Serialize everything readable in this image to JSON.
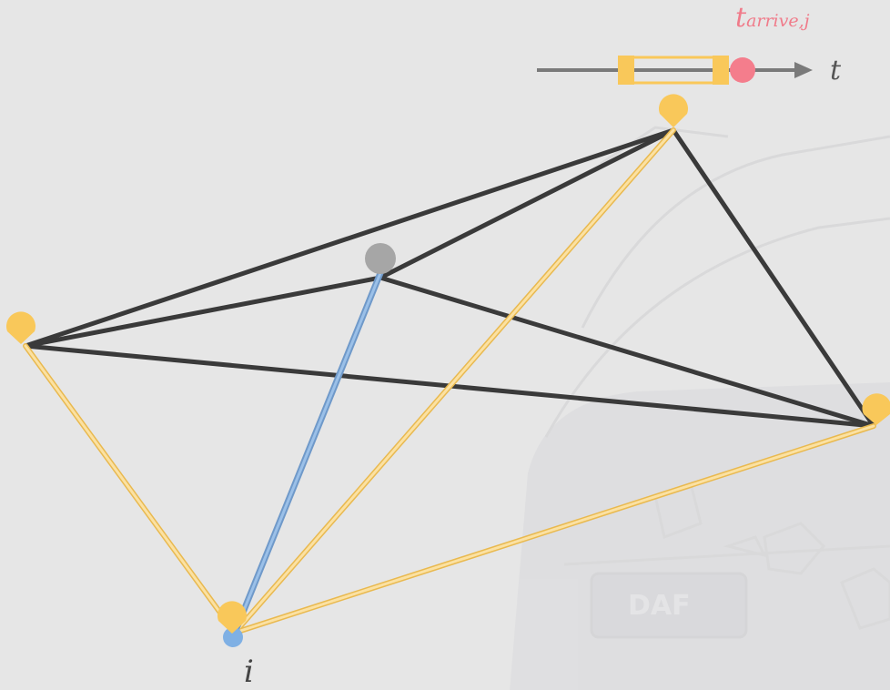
{
  "labels": {
    "arrival_time_base": "t",
    "arrival_time_subscript": "arrive,j",
    "time_axis": "t",
    "origin_node": "i"
  },
  "colors": {
    "background": "#e6e6e6",
    "watermark": "#d2d2d4",
    "dark_edge": "#3a3a3a",
    "route_edge": "#f7d488",
    "blue_edge": "#8fb3dc",
    "node_yellow": "#f9c85a",
    "node_gray": "#a6a6a6",
    "node_blue": "#7fb0e4",
    "arrival_marker": "#f47d8c",
    "time_window": "#f9c85a",
    "axis": "#7a7a7a",
    "arrival_label": "#f07b8a",
    "axis_label": "#555555",
    "origin_label": "#444444"
  },
  "icons": {
    "location_pin": "pin-icon",
    "arrow": "arrow-right-icon"
  }
}
